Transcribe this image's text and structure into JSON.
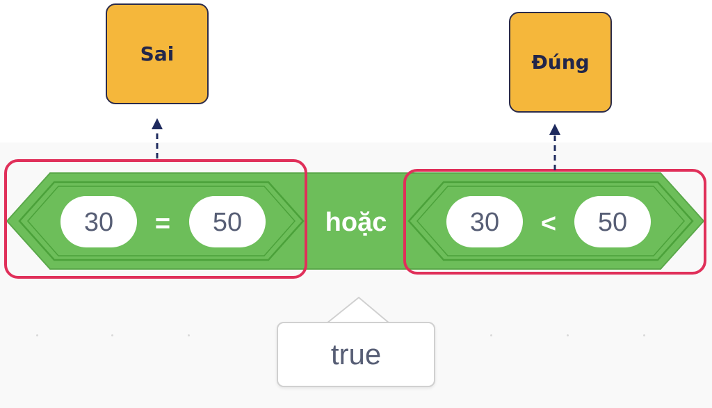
{
  "labels": {
    "left_result": "Sai",
    "right_result": "Đúng"
  },
  "block": {
    "operator_word": "hoặc",
    "left": {
      "a": "30",
      "op": "=",
      "b": "50"
    },
    "right": {
      "a": "30",
      "op": "<",
      "b": "50"
    }
  },
  "tooltip": {
    "value": "true"
  },
  "colors": {
    "block_fill": "#6dbe5a",
    "block_inner_stroke": "#4ba13a",
    "highlight": "#e0305a",
    "label_fill": "#f5b73b",
    "arrow": "#1e2a5e"
  }
}
